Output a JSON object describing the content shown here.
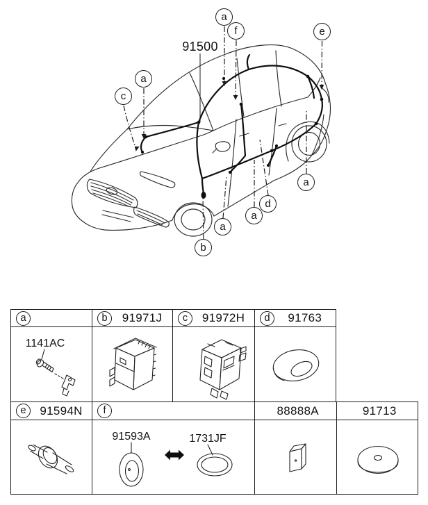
{
  "diagram": {
    "part_label": "91500",
    "callouts": [
      {
        "letter": "a"
      },
      {
        "letter": "f"
      },
      {
        "letter": "e"
      },
      {
        "letter": "a"
      },
      {
        "letter": "c"
      },
      {
        "letter": "a"
      },
      {
        "letter": "d"
      },
      {
        "letter": "a"
      },
      {
        "letter": "a"
      },
      {
        "letter": "b"
      }
    ]
  },
  "parts_table": {
    "row1": {
      "a": {
        "letter": "a",
        "label": "1141AC"
      },
      "b": {
        "letter": "b",
        "part_no": "91971J"
      },
      "c": {
        "letter": "c",
        "part_no": "91972H"
      },
      "d": {
        "letter": "d",
        "part_no": "91763"
      }
    },
    "row2": {
      "e": {
        "letter": "e",
        "part_no": "91594N"
      },
      "f": {
        "letter": "f",
        "left_label": "91593A",
        "right_label": "1731JF"
      },
      "g": {
        "part_no": "88888A"
      },
      "h": {
        "part_no": "91713"
      }
    }
  }
}
